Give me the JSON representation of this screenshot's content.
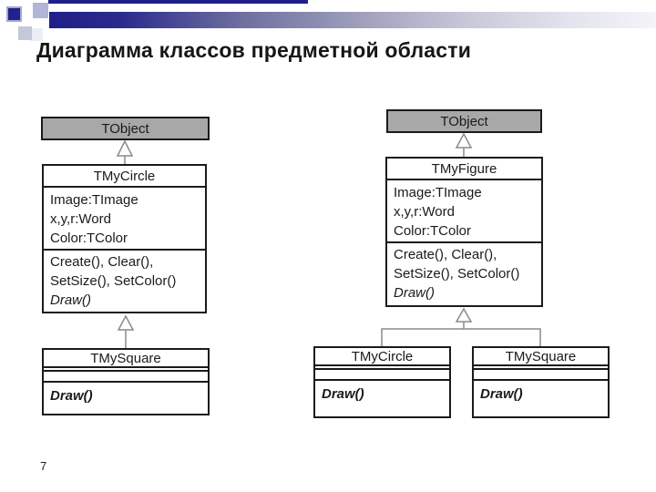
{
  "slide": {
    "title": "Диаграмма классов предметной области",
    "page_number": "7"
  },
  "colors": {
    "accent_navy": "#22228c",
    "class_header_gray": "#a8a8a8",
    "connector_gray": "#8a8a8a"
  },
  "left_diagram": {
    "tobject_name": "TObject",
    "circle": {
      "name": "TMyCircle",
      "attributes": [
        "Image:TImage",
        "x,y,r:Word",
        "Color:TColor"
      ],
      "methods": [
        "Create(), Clear(),",
        "SetSize(), SetColor()"
      ],
      "abstract_method": "Draw()"
    },
    "square": {
      "name": "TMySquare",
      "abstract_method": "Draw()"
    }
  },
  "right_diagram": {
    "tobject_name": "TObject",
    "figure": {
      "name": "TMyFigure",
      "attributes": [
        "Image:TImage",
        "x,y,r:Word",
        "Color:TColor"
      ],
      "methods": [
        "Create(), Clear(),",
        "SetSize(), SetColor()"
      ],
      "abstract_method": "Draw()"
    },
    "circle": {
      "name": "TMyCircle",
      "abstract_method": "Draw()"
    },
    "square": {
      "name": "TMySquare",
      "abstract_method": "Draw()"
    }
  }
}
